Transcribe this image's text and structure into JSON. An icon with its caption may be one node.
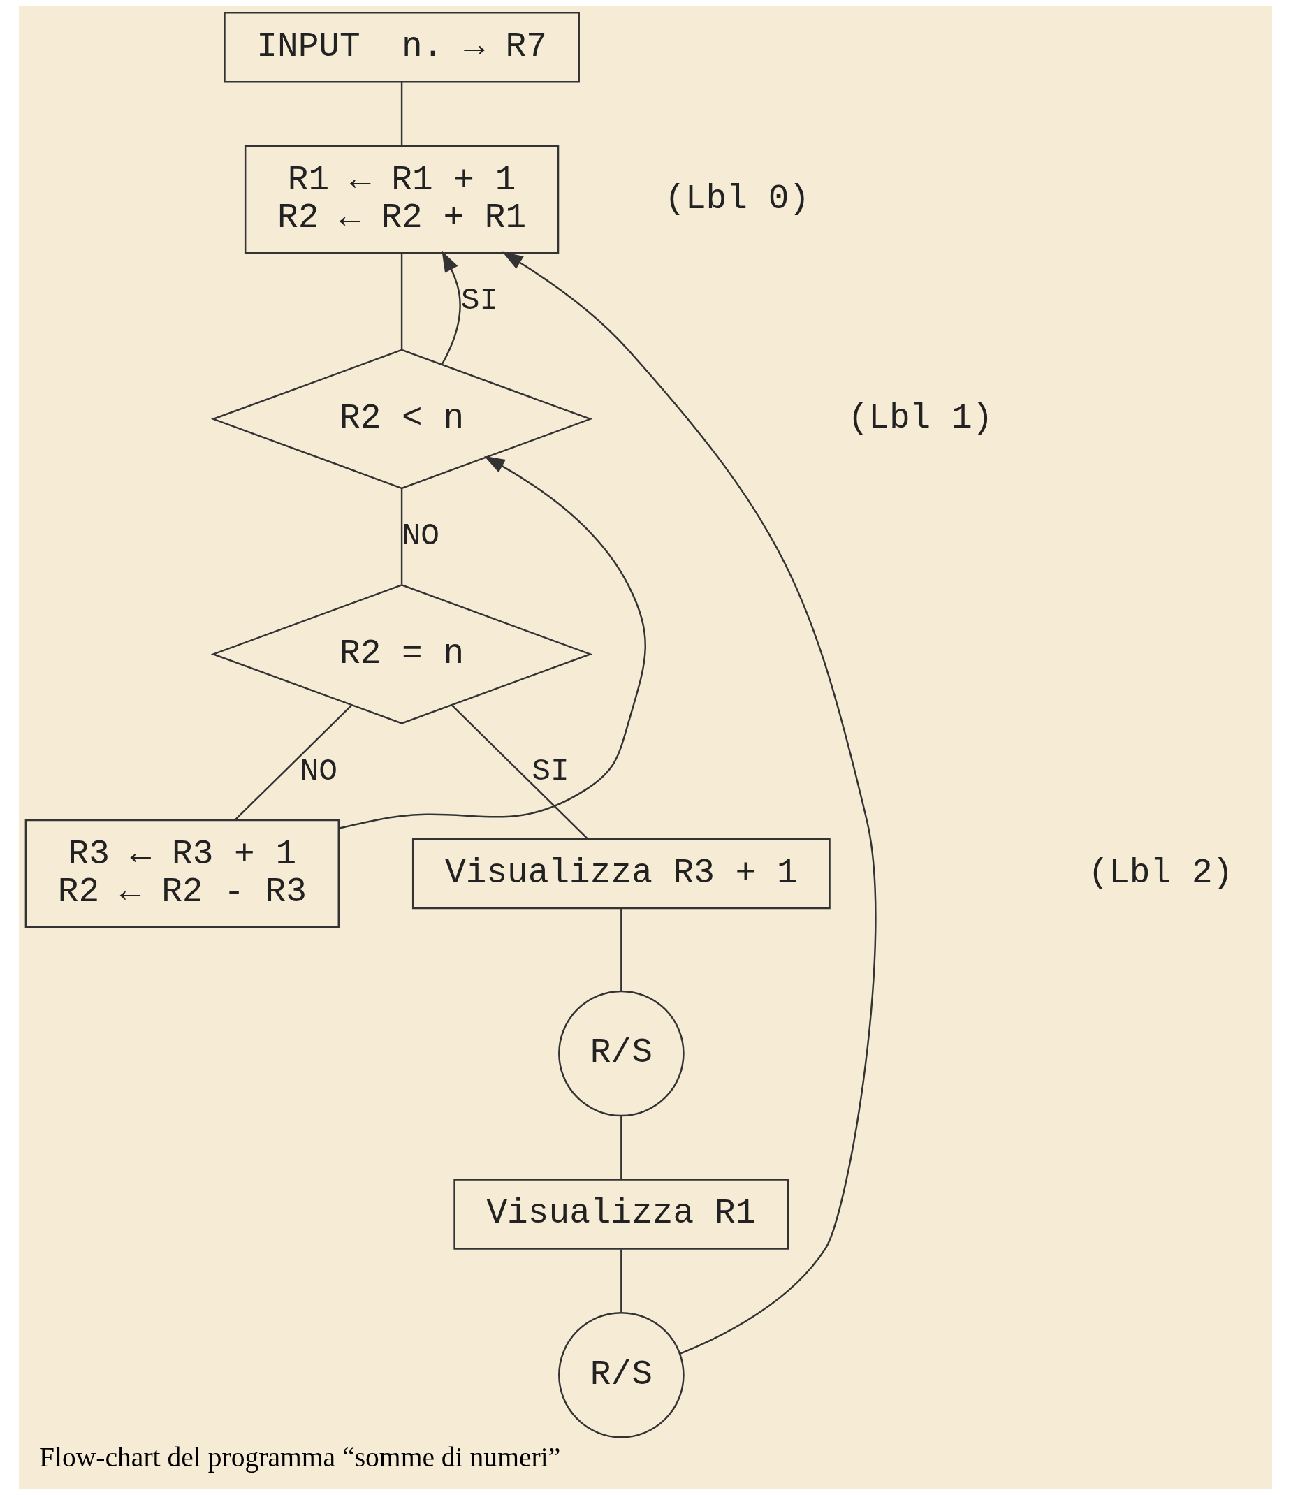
{
  "diagram": {
    "caption": "Flow-chart del programma “somme di numeri”",
    "nodes": [
      {
        "text": [
          "INPUT  n. → R7"
        ]
      },
      {
        "text": [
          "R1 ← R1 + 1",
          "R2 ← R2 + R1"
        ]
      },
      {
        "text": [
          "R2 < n"
        ]
      },
      {
        "text": [
          "R2 = n"
        ]
      },
      {
        "text": [
          "R3 ← R3 + 1",
          "R2 ← R2 - R3"
        ]
      },
      {
        "text": [
          "Visualizza R3 + 1"
        ]
      },
      {
        "text": [
          "R/S"
        ]
      },
      {
        "text": [
          "Visualizza R1"
        ]
      },
      {
        "text": [
          "R/S"
        ]
      }
    ],
    "edges": [
      {
        "from": 0,
        "to": 1,
        "arrow": "none"
      },
      {
        "from": 1,
        "to": 2,
        "arrow": "none"
      },
      {
        "from": 2,
        "to": 1,
        "arrow": "to",
        "label": "SI"
      },
      {
        "from": 2,
        "to": 3,
        "arrow": "none",
        "label": "NO"
      },
      {
        "from": 3,
        "to": 4,
        "arrow": "none",
        "label": "NO"
      },
      {
        "from": 4,
        "to": 2,
        "arrow": "to"
      },
      {
        "from": 3,
        "to": 5,
        "arrow": "none",
        "label": "SI"
      },
      {
        "from": 5,
        "to": 6,
        "arrow": "none"
      },
      {
        "from": 6,
        "to": 7,
        "arrow": "none"
      },
      {
        "from": 7,
        "to": 8,
        "arrow": "none"
      },
      {
        "from": 8,
        "to": 1,
        "arrow": "to"
      }
    ],
    "labels": [
      "(Lbl 0)",
      "(Lbl 1)",
      "(Lbl 2)"
    ]
  }
}
